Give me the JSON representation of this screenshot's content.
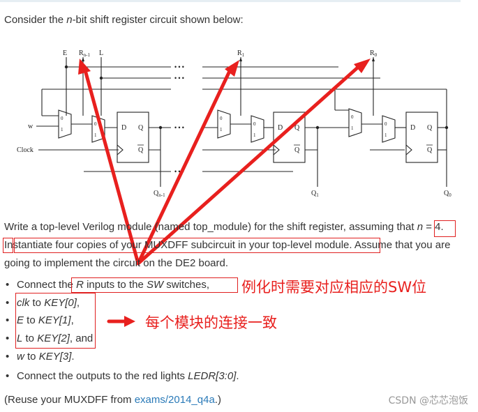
{
  "intro": {
    "pre": "Consider the ",
    "n": "n",
    "post": "-bit shift register circuit shown below:"
  },
  "diagram": {
    "labels": {
      "E": "E",
      "Rn1": "R",
      "Rn1_sub": "n-1",
      "L": "L",
      "R1": "R",
      "R1_sub": "1",
      "R0": "R",
      "R0_sub": "0",
      "w": "w",
      "clock": "Clock",
      "Qn1": "Q",
      "Qn1_sub": "n-1",
      "Q1": "Q",
      "Q1_sub": "1",
      "Q0": "Q",
      "Q0_sub": "0",
      "D": "D",
      "Q": "Q",
      "Qbar": "Q",
      "mux0": "0",
      "mux1": "1",
      "dots": "• • •"
    }
  },
  "para": {
    "t1": "Write a top-level Verilog module (named top_module) for the shift register, assuming that ",
    "n": "n",
    "t2": " = 4. Instantiate four copies of your MUXDFF subcircuit in your top-level module. Assume that you are going to implement the circuit on the DE2 board."
  },
  "bullets": {
    "b1_pre": "Connect the ",
    "b1_r": "R",
    "b1_mid": " inputs to the ",
    "b1_sw": "SW",
    "b1_post": " switches,",
    "b2_a": "clk",
    "b2_b": " to ",
    "b2_c": "KEY[0]",
    "b2_d": ",",
    "b3_a": "E",
    "b3_b": " to ",
    "b3_c": "KEY[1]",
    "b3_d": ",",
    "b4_a": "L",
    "b4_b": " to ",
    "b4_c": "KEY[2]",
    "b4_d": ", and",
    "b5_a": "w",
    "b5_b": " to ",
    "b5_c": "KEY[3]",
    "b5_d": ".",
    "b6_pre": "Connect the outputs to the red lights ",
    "b6_c": "LEDR[3:0]",
    "b6_d": "."
  },
  "reuse": {
    "pre": "(Reuse your MUXDFF from ",
    "link": "exams/2014_q4a",
    "post": ".)"
  },
  "annotations": {
    "note1": "例化时需要对应相应的SW位",
    "note2": "每个模块的连接一致",
    "red": "#e8201e"
  },
  "watermark": "CSDN @芯芯泡饭"
}
